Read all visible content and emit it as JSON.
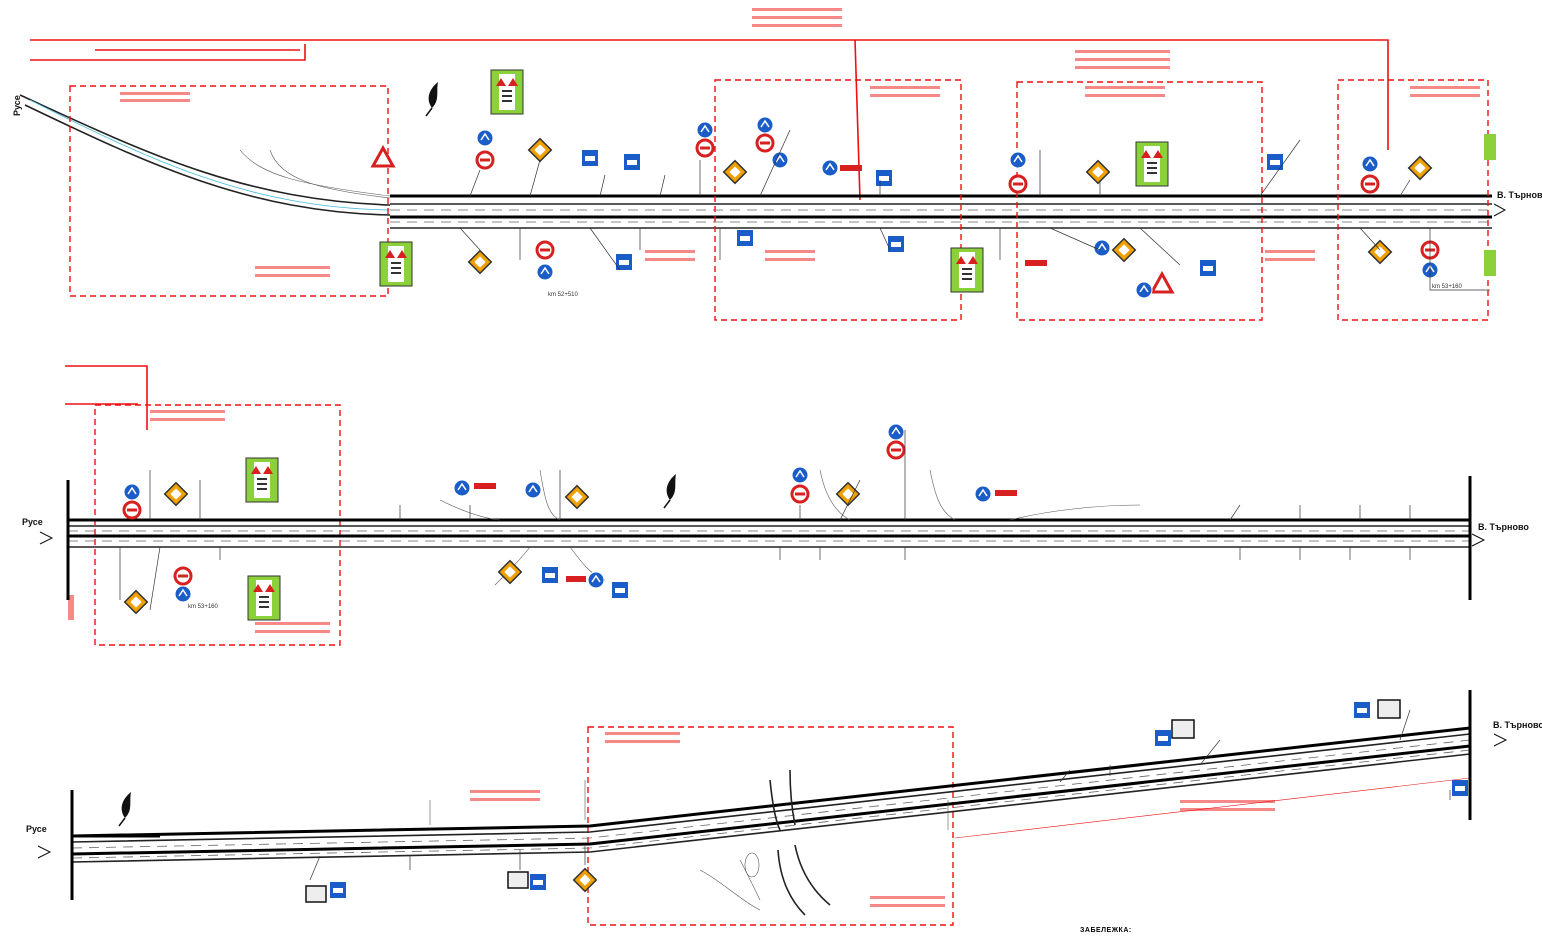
{
  "road_labels": {
    "start": "Русе",
    "end": "В. Търново"
  },
  "note": {
    "title": "ЗАБЕЛЕЖКА:"
  },
  "annotations": {
    "km_a": "km 52+510",
    "km_b": "km 53+160"
  },
  "colors": {
    "zone": "#e11111",
    "sign_blue": "#1a5cc8",
    "sign_red": "#d92020",
    "sign_green_board": "#8bd13a",
    "diamond_yellow": "#f0a000"
  },
  "icons": [
    "leaf-symbol-icon",
    "direction-arrow-icon",
    "blue-round-sign-icon",
    "red-no-entry-sign-icon",
    "diamond-priority-sign-icon",
    "warning-triangle-sign-icon",
    "green-board-sign-icon",
    "blue-rect-sign-icon"
  ]
}
